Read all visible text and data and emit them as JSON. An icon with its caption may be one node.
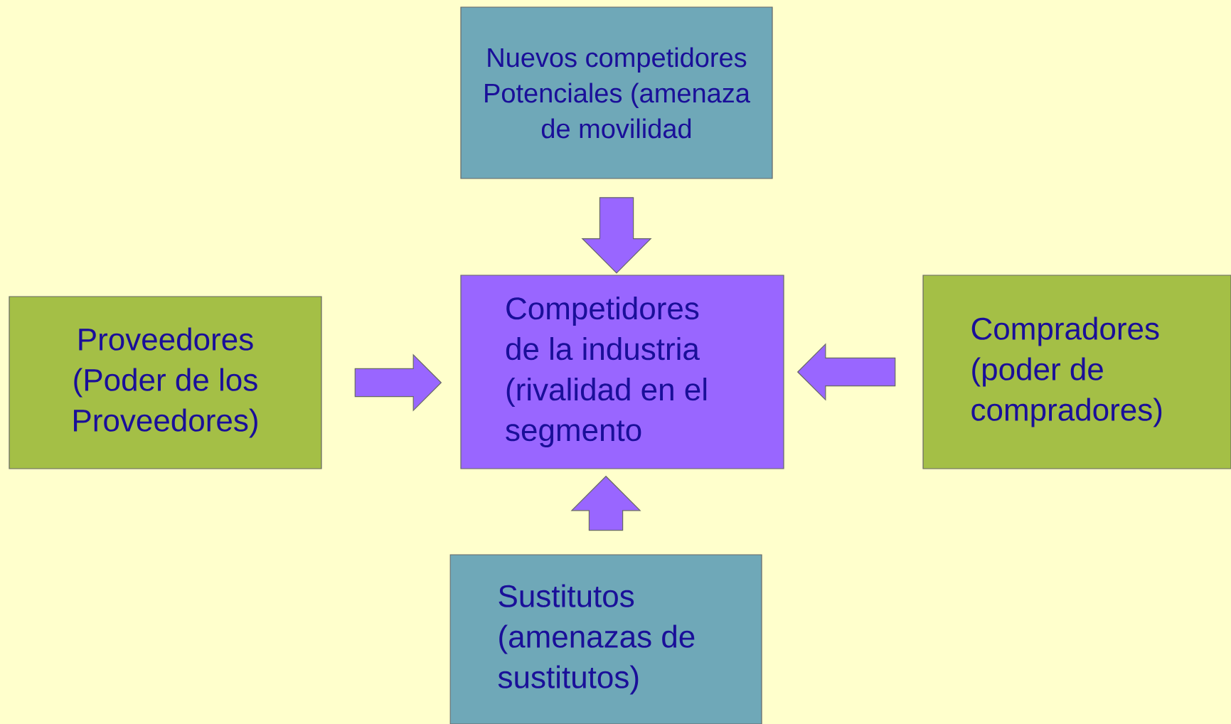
{
  "diagram": {
    "nodes": [
      {
        "text": [
          "Nuevos competidores Potenciales (amenaza de movilidad"
        ]
      },
      {
        "text": [
          "Competidores de la industria (rivalidad en el segmento"
        ]
      },
      {
        "text": [
          "Proveedores (Poder de los Proveedores)"
        ]
      },
      {
        "text": [
          "Compradores (poder de compradores)"
        ]
      },
      {
        "text": [
          "Sustitutos (amenazas de sustitutos)"
        ]
      }
    ],
    "edges": [
      {
        "from": 0,
        "to": 1,
        "arrow": "to"
      },
      {
        "from": 2,
        "to": 1,
        "arrow": "to"
      },
      {
        "from": 3,
        "to": 1,
        "arrow": "to"
      },
      {
        "from": 4,
        "to": 1,
        "arrow": "to"
      }
    ]
  }
}
